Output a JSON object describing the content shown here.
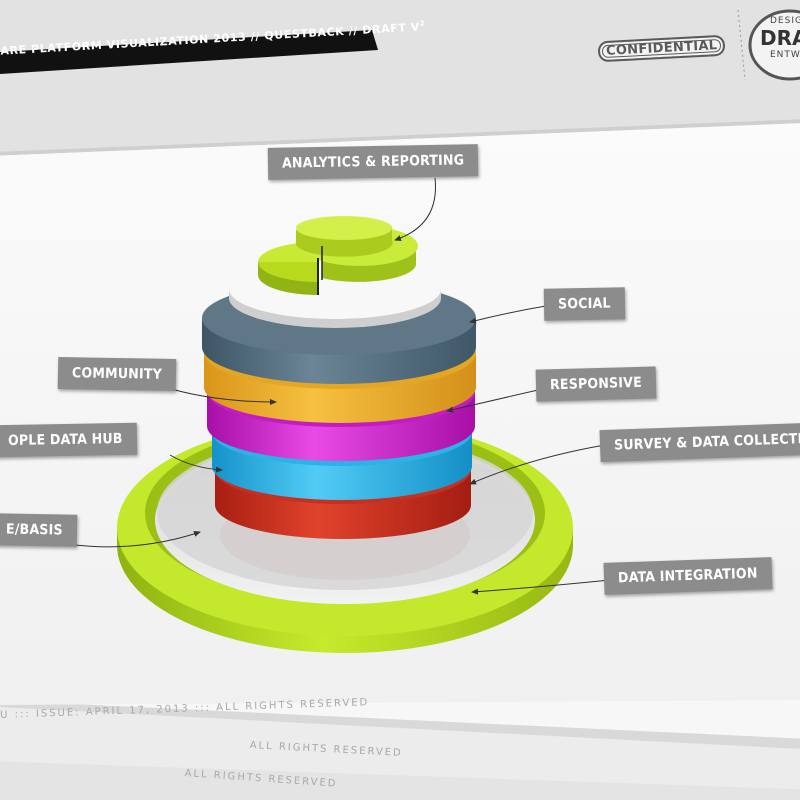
{
  "header": {
    "title": "ARE PLATFORM VISUALIZATION 2013 // QUESTBACK // DRAFT V",
    "title_superscript": "2",
    "badge": "CONFIDENTIAL",
    "logo_top": "DESIG",
    "logo_main": "DRA",
    "logo_bottom": "ENTW"
  },
  "labels": {
    "analytics": "ANALYTICS & REPORTING",
    "social": "SOCIAL",
    "community": "COMMUNITY",
    "responsive": "RESPONSIVE",
    "people_hub": "OPLE DATA HUB",
    "survey": "SURVEY & DATA COLLECTION",
    "basis": "E/BASIS",
    "integration": "DATA INTEGRATION"
  },
  "footer": {
    "line1": "U ::: ISSUE: APRIL 17, 2013 ::: ALL RIGHTS RESERVED",
    "line2": "ALL RIGHTS RESERVED",
    "line3": "ALL RIGHTS RESERVED"
  },
  "colors": {
    "analytics": "#b7da1e",
    "social": "#5a7283",
    "community": "#f0b32e",
    "responsive": "#d622d2",
    "people_hub": "#33bdef",
    "survey": "#d8321e",
    "integration": "#b8dc20",
    "label_bg": "#8c8c8c"
  }
}
